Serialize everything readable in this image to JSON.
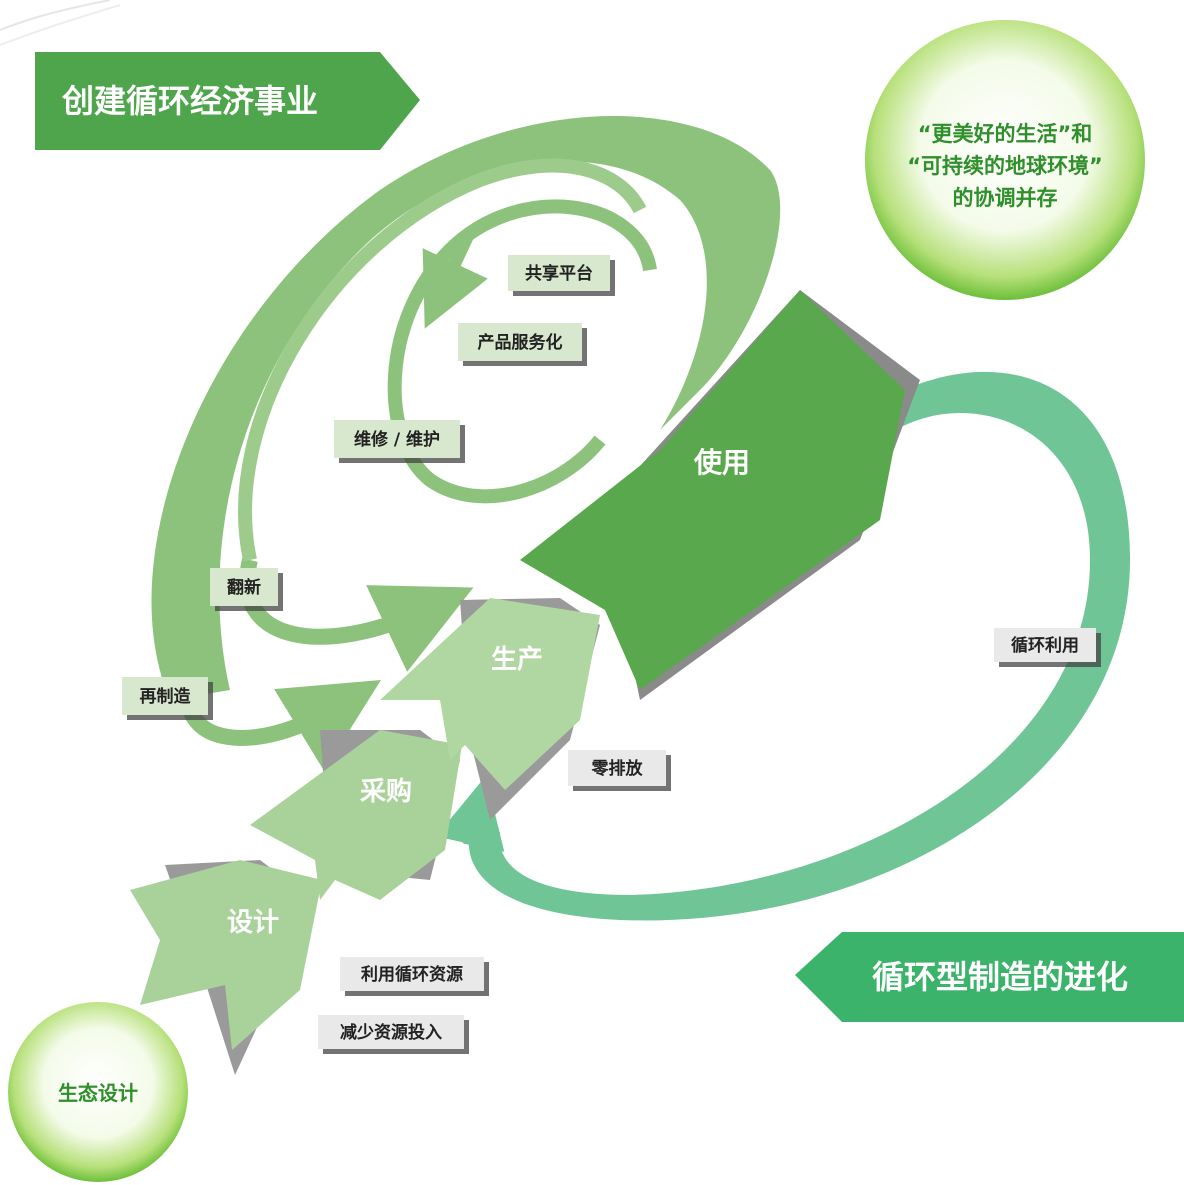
{
  "banners": {
    "top": "创建循环经济事业",
    "bottom": "循环型制造的进化"
  },
  "circles": {
    "goal_line1": "“更美好的生活”和",
    "goal_line2": "“可持续的地球环境”",
    "goal_line3": "的协调并存",
    "eco": "生态设计"
  },
  "stages": {
    "design": "设计",
    "procurement": "采购",
    "production": "生产",
    "use": "使用"
  },
  "tags": {
    "sharing": "共享平台",
    "servitization": "产品服务化",
    "repair": "维修 / 维护",
    "refurbish": "翻新",
    "remanufacture": "再制造",
    "recycle": "循环利用",
    "zero_emission": "零排放",
    "recycled_resources": "利用循环资源",
    "reduce_input": "减少资源投入"
  },
  "colors": {
    "dark_green": "#5aa84d",
    "mid_green": "#8dc27d",
    "light_green": "#b0d6a1",
    "teal_green": "#70c596",
    "banner_green": "#4ea54b",
    "banner_right": "#3cb36a",
    "tag_fill": "#d8e8cf",
    "tag_gray": "#e9e9e9"
  }
}
